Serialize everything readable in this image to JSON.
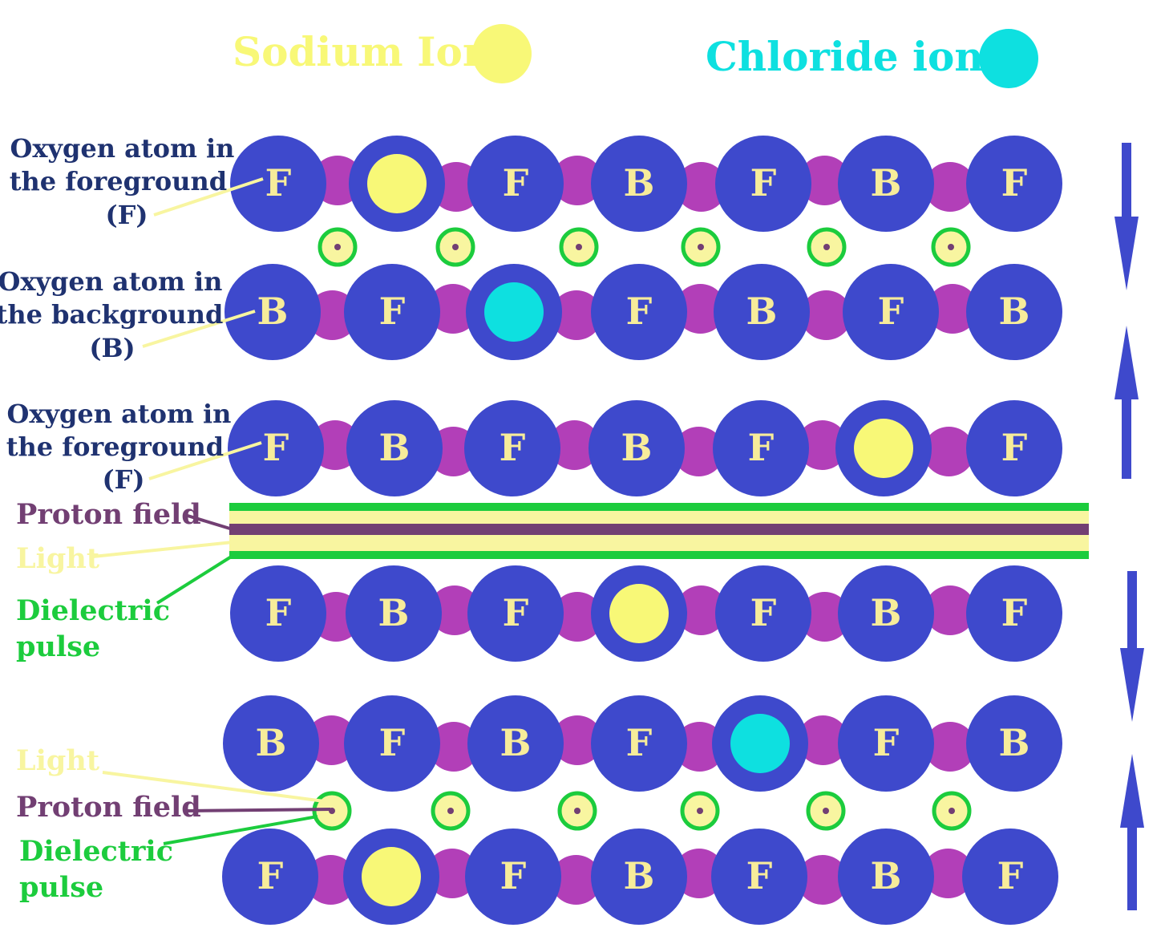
{
  "legend": {
    "sodium_label": "Sodium Ion",
    "chloride_label": "Chloride ion"
  },
  "colors": {
    "oxygen": "#3e49cc",
    "hydrogen": "#b23fb8",
    "sodium": "#f8f877",
    "chloride": "#0ee0e0",
    "oxygen_letter": "#f7ec9a",
    "proton_field": "#723f73",
    "light": "#f8f5a0",
    "dielectric": "#1ccc3d",
    "dark_label": "#1f3270"
  },
  "labels": {
    "fg1": [
      "Oxygen atom in",
      "the foreground",
      "(F)"
    ],
    "bg": [
      "Oxygen atom in",
      "the background",
      "(B)"
    ],
    "fg2": [
      "Oxygen atom in",
      "the foreground",
      "(F)"
    ],
    "proton_field_1": "Proton field",
    "light_1": "Light",
    "dielectric_1": [
      "Dielectric",
      "pulse"
    ],
    "light_2": "Light",
    "proton_field_2": "Proton field",
    "dielectric_2": [
      "Dielectric",
      "pulse"
    ]
  },
  "rows": [
    [
      "F",
      "Na",
      "F",
      "B",
      "F",
      "B",
      "F"
    ],
    [
      "B",
      "F",
      "Cl",
      "F",
      "B",
      "F",
      "B"
    ],
    [
      "F",
      "B",
      "F",
      "B",
      "F",
      "Na",
      "F"
    ],
    [
      "F",
      "B",
      "F",
      "Na",
      "F",
      "B",
      "F"
    ],
    [
      "B",
      "F",
      "B",
      "F",
      "Cl",
      "F",
      "B"
    ],
    [
      "F",
      "Na",
      "F",
      "B",
      "F",
      "B",
      "F"
    ]
  ],
  "arrows": [
    "down",
    "up",
    "down",
    "up"
  ]
}
